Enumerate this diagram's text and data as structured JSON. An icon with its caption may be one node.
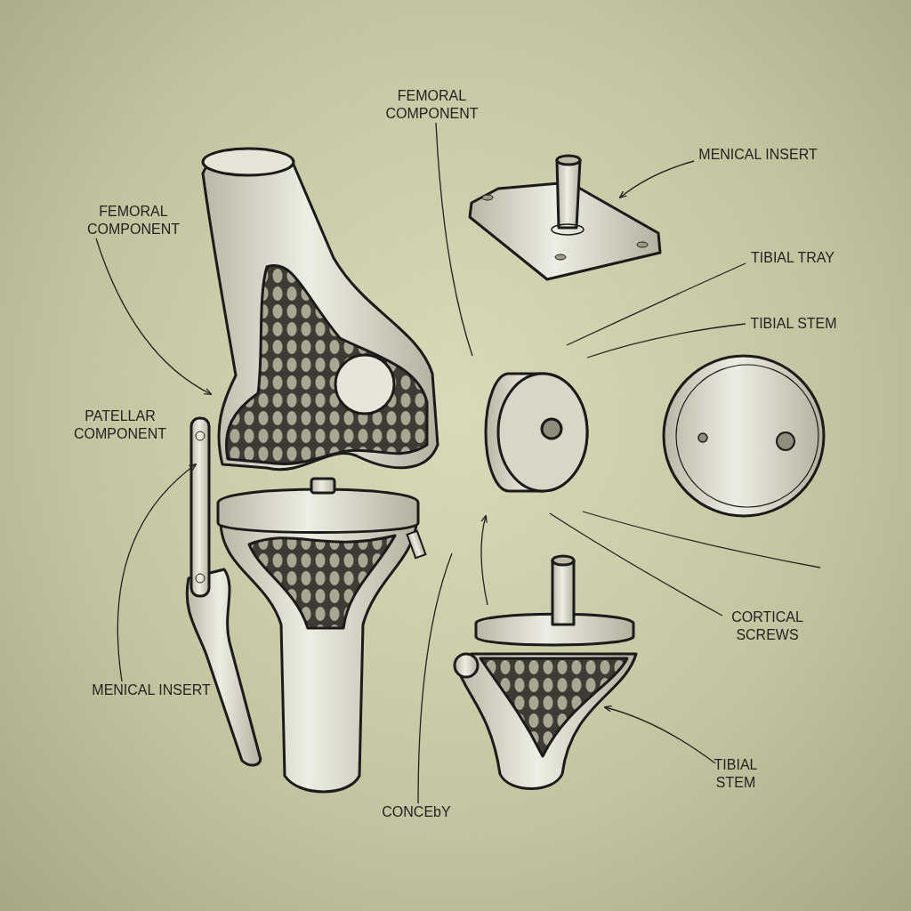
{
  "diagram": {
    "nodes": [
      {
        "text": [
          "FEMORAL COMPONENT"
        ]
      },
      {
        "text": [
          "MENICAL INSERT"
        ]
      },
      {
        "text": [],
        "shape": "picture"
      },
      {
        "text": [
          "FEMORAL COMPONENT"
        ]
      },
      {
        "text": [
          "TIBIAL TRAY"
        ]
      },
      {
        "text": [
          "TIBIAL STEM"
        ]
      },
      {
        "text": [],
        "shape": "picture"
      },
      {
        "text": [],
        "shape": "picture"
      },
      {
        "text": [
          "CORTICAL SCREWS"
        ]
      },
      {
        "text": [],
        "shape": "picture"
      },
      {
        "text": [
          "MENICAL INSERT"
        ]
      },
      {
        "text": [
          "TIBIAL STEM"
        ]
      },
      {
        "text": [
          "CONCEbY"
        ]
      }
    ],
    "edges": [
      {
        "from": 0,
        "to": 7,
        "arrow": "none"
      },
      {
        "from": 1,
        "to": 2,
        "arrow": "to"
      },
      {
        "from": 3,
        "to": 6,
        "arrow": "to"
      },
      {
        "from": 4,
        "to": 7,
        "arrow": "none"
      },
      {
        "from": 5,
        "to": 7,
        "arrow": "none"
      },
      {
        "from": 8,
        "to": 7,
        "arrow": "none"
      },
      {
        "from": null,
        "to": 7,
        "arrow": "none"
      },
      {
        "from": 10,
        "to": 6,
        "arrow": "to"
      },
      {
        "from": 11,
        "to": 9,
        "arrow": "to"
      },
      {
        "from": 12,
        "to": null,
        "arrow": "none"
      },
      {
        "from": 9,
        "to": 7,
        "arrow": "to"
      }
    ],
    "labels": [
      "PATELLAR COMPONENT"
    ]
  }
}
